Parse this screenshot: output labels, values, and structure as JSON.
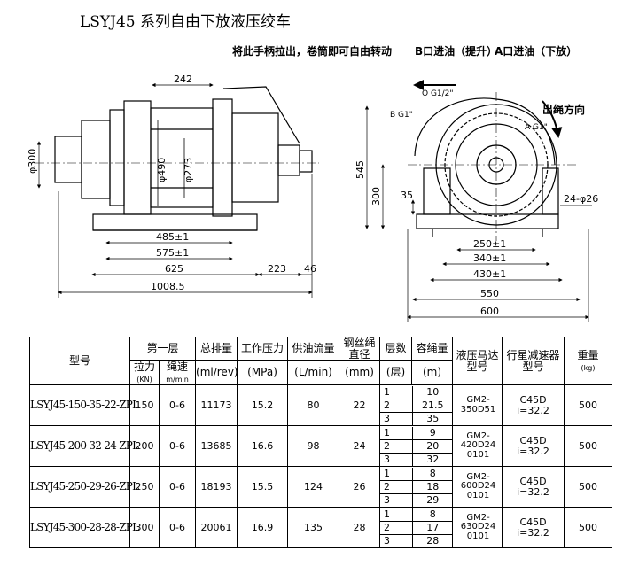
{
  "title": "LSYJ45 系列自由下放液压绞车",
  "drawing": {
    "notes": {
      "handle_note": "将此手柄拉出，卷筒即可自由转动",
      "port_b": "B口进油（提升）",
      "port_a": "A口进油（下放）",
      "rope_direction": "出绳方向",
      "port_o": "O G1/2\"",
      "port_b_g": "B G1\"",
      "port_a_g": "A G1\""
    },
    "dims_front": {
      "d242": "242",
      "phi300": "φ300",
      "phi490": "φ490",
      "phi273": "φ273",
      "d485": "485±1",
      "d575": "575±1",
      "d625": "625",
      "d223": "223",
      "d46": "46",
      "d1008": "1008.5"
    },
    "dims_side": {
      "d545": "545",
      "d300": "300",
      "d35": "35",
      "d24phi26": "24-φ26",
      "d250": "250±1",
      "d340": "340±1",
      "d430": "430±1",
      "d550": "550",
      "d600": "600"
    }
  },
  "table": {
    "headers": {
      "model": "型号",
      "layer1": "第一层",
      "pull": "拉力",
      "pull_unit": "(KN)",
      "speed": "绳速",
      "speed_unit": "m/min",
      "displacement": "总排量",
      "displacement_unit": "(ml/rev)",
      "pressure": "工作压力",
      "pressure_unit": "(MPa)",
      "flow": "供油流量",
      "flow_unit": "(L/min)",
      "rope": "钢丝绳直径",
      "rope_unit": "(mm)",
      "layers": "层数",
      "layers_unit": "(层)",
      "capacity": "容绳量",
      "capacity_unit": "(m)",
      "motor": "液压马达型号",
      "reducer": "行星减速器型号",
      "weight": "重量",
      "weight_unit": "(kg)"
    },
    "rows": [
      {
        "model": "LSYJ45-150-35-22-ZPL",
        "pull": "150",
        "speed": "0-6",
        "displacement": "11173",
        "pressure": "15.2",
        "flow": "80",
        "rope": "22",
        "layers": [
          "1",
          "2",
          "3"
        ],
        "capacity": [
          "10",
          "21.5",
          "35"
        ],
        "motor": "GM2-350D51",
        "reducer": "C45D i=32.2",
        "weight": "500"
      },
      {
        "model": "LSYJ45-200-32-24-ZPL",
        "pull": "200",
        "speed": "0-6",
        "displacement": "13685",
        "pressure": "16.6",
        "flow": "98",
        "rope": "24",
        "layers": [
          "1",
          "2",
          "3"
        ],
        "capacity": [
          "9",
          "20",
          "32"
        ],
        "motor": "GM2-420D24 0101",
        "reducer": "C45D i=32.2",
        "weight": "500"
      },
      {
        "model": "LSYJ45-250-29-26-ZPL",
        "pull": "250",
        "speed": "0-6",
        "displacement": "18193",
        "pressure": "15.5",
        "flow": "124",
        "rope": "26",
        "layers": [
          "1",
          "2",
          "3"
        ],
        "capacity": [
          "8",
          "18",
          "29"
        ],
        "motor": "GM2-600D24 0101",
        "reducer": "C45D i=32.2",
        "weight": "500"
      },
      {
        "model": "LSYJ45-300-28-28-ZPL",
        "pull": "300",
        "speed": "0-6",
        "displacement": "20061",
        "pressure": "16.9",
        "flow": "135",
        "rope": "28",
        "layers": [
          "1",
          "2",
          "3"
        ],
        "capacity": [
          "8",
          "17",
          "28"
        ],
        "motor": "GM2-630D24 0101",
        "reducer": "C45D i=32.2",
        "weight": "500"
      }
    ]
  }
}
